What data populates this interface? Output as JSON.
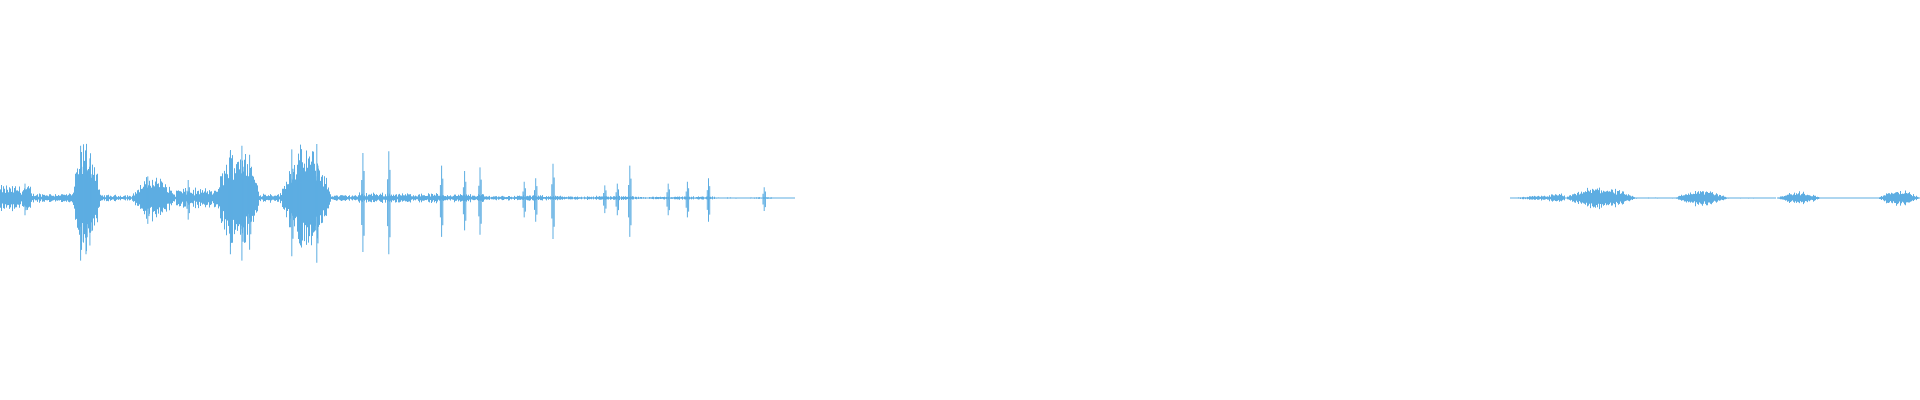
{
  "colors": {
    "background": "#ffffff",
    "waveform": "#5dade2"
  },
  "waveform": {
    "amplitude_scale": 0.45,
    "segments": [
      {
        "start": 0.0,
        "end": 0.016,
        "amp": 0.08,
        "kind": "noise"
      },
      {
        "start": 0.016,
        "end": 0.038,
        "amp": 0.03,
        "kind": "noise"
      },
      {
        "start": 0.038,
        "end": 0.052,
        "amp": 0.35,
        "kind": "burst"
      },
      {
        "start": 0.052,
        "end": 0.068,
        "amp": 0.02,
        "kind": "noise"
      },
      {
        "start": 0.068,
        "end": 0.092,
        "amp": 0.14,
        "kind": "blob"
      },
      {
        "start": 0.092,
        "end": 0.112,
        "amp": 0.06,
        "kind": "noise"
      },
      {
        "start": 0.112,
        "end": 0.135,
        "amp": 0.33,
        "kind": "burst"
      },
      {
        "start": 0.135,
        "end": 0.146,
        "amp": 0.03,
        "kind": "noise"
      },
      {
        "start": 0.146,
        "end": 0.172,
        "amp": 0.32,
        "kind": "burst"
      },
      {
        "start": 0.172,
        "end": 0.187,
        "amp": 0.02,
        "kind": "noise"
      },
      {
        "start": 0.187,
        "end": 0.206,
        "amp": 0.28,
        "kind": "spikes"
      },
      {
        "start": 0.206,
        "end": 0.228,
        "amp": 0.03,
        "kind": "noise"
      },
      {
        "start": 0.228,
        "end": 0.252,
        "amp": 0.21,
        "kind": "spikes"
      },
      {
        "start": 0.252,
        "end": 0.268,
        "amp": 0.015,
        "kind": "noise"
      },
      {
        "start": 0.268,
        "end": 0.292,
        "amp": 0.14,
        "kind": "spikes"
      },
      {
        "start": 0.292,
        "end": 0.304,
        "amp": 0.01,
        "kind": "noise"
      },
      {
        "start": 0.304,
        "end": 0.33,
        "amp": 0.11,
        "kind": "spikes"
      },
      {
        "start": 0.33,
        "end": 0.345,
        "amp": 0.008,
        "kind": "noise"
      },
      {
        "start": 0.345,
        "end": 0.372,
        "amp": 0.09,
        "kind": "spikes"
      },
      {
        "start": 0.372,
        "end": 0.393,
        "amp": 0.004,
        "kind": "noise"
      },
      {
        "start": 0.393,
        "end": 0.402,
        "amp": 0.05,
        "kind": "spikes"
      },
      {
        "start": 0.402,
        "end": 0.414,
        "amp": 0.002,
        "kind": "noise"
      },
      {
        "start": 0.786,
        "end": 0.815,
        "amp": 0.03,
        "kind": "rise"
      },
      {
        "start": 0.815,
        "end": 0.852,
        "amp": 0.07,
        "kind": "blob"
      },
      {
        "start": 0.852,
        "end": 0.872,
        "amp": 0.004,
        "kind": "noise"
      },
      {
        "start": 0.872,
        "end": 0.9,
        "amp": 0.05,
        "kind": "blob"
      },
      {
        "start": 0.9,
        "end": 0.925,
        "amp": 0.004,
        "kind": "noise"
      },
      {
        "start": 0.925,
        "end": 0.948,
        "amp": 0.04,
        "kind": "blob"
      },
      {
        "start": 0.948,
        "end": 0.978,
        "amp": 0.003,
        "kind": "noise"
      },
      {
        "start": 0.978,
        "end": 1.0,
        "amp": 0.05,
        "kind": "blob"
      }
    ],
    "peaks": [
      {
        "pos": 0.013,
        "amp": 0.08
      },
      {
        "pos": 0.042,
        "amp": 0.29
      },
      {
        "pos": 0.0448,
        "amp": 0.26
      },
      {
        "pos": 0.0468,
        "amp": 0.22
      },
      {
        "pos": 0.077,
        "amp": 0.12
      },
      {
        "pos": 0.098,
        "amp": 0.1
      },
      {
        "pos": 0.12,
        "amp": 0.26
      },
      {
        "pos": 0.126,
        "amp": 0.29
      },
      {
        "pos": 0.13,
        "amp": 0.24
      },
      {
        "pos": 0.152,
        "amp": 0.27
      },
      {
        "pos": 0.156,
        "amp": 0.21
      },
      {
        "pos": 0.165,
        "amp": 0.3
      },
      {
        "pos": 0.189,
        "amp": 0.25
      },
      {
        "pos": 0.2025,
        "amp": 0.26
      },
      {
        "pos": 0.23,
        "amp": 0.18
      },
      {
        "pos": 0.242,
        "amp": 0.15
      },
      {
        "pos": 0.25,
        "amp": 0.17
      },
      {
        "pos": 0.273,
        "amp": 0.09
      },
      {
        "pos": 0.279,
        "amp": 0.11
      },
      {
        "pos": 0.288,
        "amp": 0.19
      },
      {
        "pos": 0.315,
        "amp": 0.07
      },
      {
        "pos": 0.3215,
        "amp": 0.08
      },
      {
        "pos": 0.328,
        "amp": 0.18
      },
      {
        "pos": 0.348,
        "amp": 0.08
      },
      {
        "pos": 0.358,
        "amp": 0.09
      },
      {
        "pos": 0.369,
        "amp": 0.11
      },
      {
        "pos": 0.398,
        "amp": 0.06
      }
    ]
  }
}
